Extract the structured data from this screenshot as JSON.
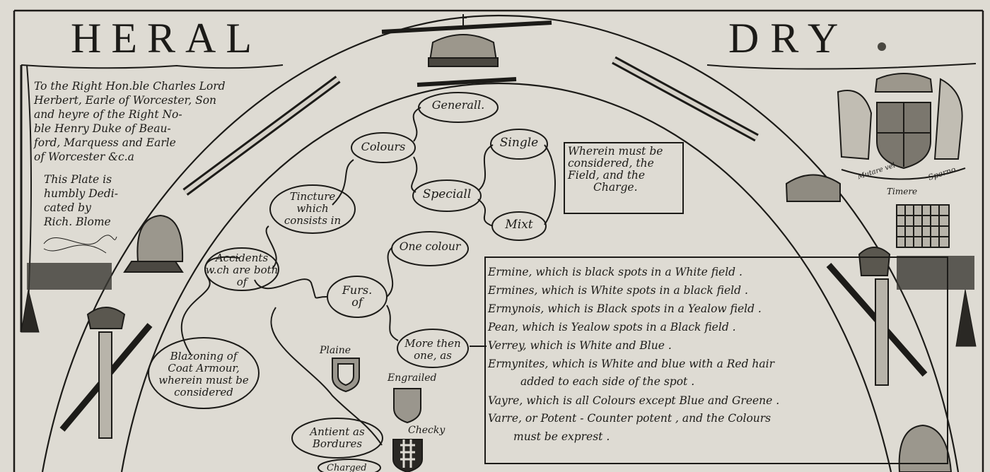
{
  "title": {
    "left": "HERAL",
    "right": "DRY"
  },
  "dedication": {
    "lines": [
      "To the Right Hon.ble Charles Lord",
      "Herbert, Earle of Worcester, Son",
      "and heyre of the Right No-",
      "ble Henry Duke of Beau-",
      "ford, Marquess and Earle",
      "of Worcester &c.a"
    ],
    "plate_lines": [
      "This Plate is",
      "humbly Dedi-",
      "cated by",
      "Rich. Blome"
    ]
  },
  "tree": {
    "blazoning": [
      "Blazoning of",
      "Coat Armour,",
      "wherein must be",
      "considered"
    ],
    "accidents": [
      "Accidents",
      "w.ch are both",
      "of"
    ],
    "tincture": [
      "Tincture",
      "which",
      "consists in"
    ],
    "colours": "Colours",
    "generall": "Generall.",
    "speciall": "Speciall",
    "single": "Single",
    "mixt": "Mixt",
    "wherein": [
      "Wherein must be",
      "considered, the",
      "Field, and the",
      "Charge."
    ],
    "furs": [
      "Furs.",
      "of"
    ],
    "one_colour": "One colour",
    "more_then_one": [
      "More then",
      "one, as"
    ]
  },
  "furs_list": [
    "Ermine, which is black spots in a White field .",
    "Ermines, which is White spots in a black field .",
    "Ermynois, which is Black spots in a Yealow field .",
    "Pean, which is Yealow spots in a Black field .",
    "Verrey, which is White and Blue .",
    "Ermynites, which is White and blue with a Red hair",
    "added to each side of the spot .",
    "Vayre, which is all Colours except Blue and Greene .",
    "Varre, or Potent - Counter potent , and the Colours",
    "must be exprest ."
  ],
  "borders": {
    "plaine": "Plaine",
    "engrailed": "Engrailed",
    "checky": "Checky",
    "antient": [
      "Antient as",
      "Bordures"
    ],
    "charged": "Charged"
  },
  "motto": [
    "Mutare vel",
    "Timere",
    "Sperno"
  ]
}
